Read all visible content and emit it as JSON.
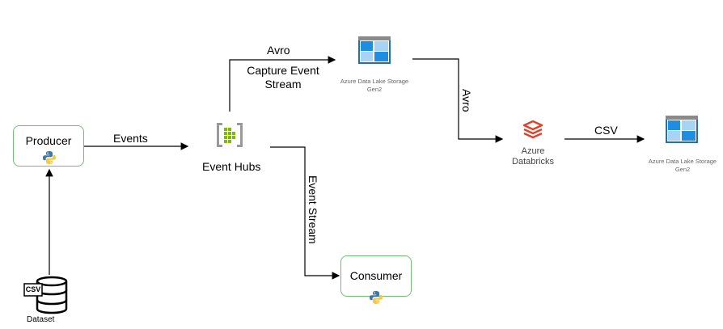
{
  "producer": {
    "label": "Producer"
  },
  "consumer": {
    "label": "Consumer"
  },
  "dataset": {
    "label": "Dataset",
    "badge": "CSV"
  },
  "event_hubs": {
    "label": "Event Hubs"
  },
  "adls_capture": {
    "label_line1": "Azure Data Lake Storage",
    "label_line2": "Gen2"
  },
  "adls_output": {
    "label_line1": "Azure Data Lake Storage",
    "label_line2": "Gen2"
  },
  "databricks": {
    "label_line1": "Azure",
    "label_line2": "Databricks"
  },
  "edges": {
    "events": "Events",
    "avro_top": "Avro",
    "capture_line1": "Capture Event",
    "capture_line2": "Stream",
    "avro_vertical": "Avro",
    "event_stream": "Event Stream",
    "csv": "CSV"
  },
  "colors": {
    "box_border": "#6cc070",
    "arrow": "#000000",
    "storage_blue": "#1f6fb2",
    "databricks_red": "#e0412b",
    "eventhub_green": "#7fba00"
  },
  "icons": [
    "python-icon",
    "database-icon",
    "event-hubs-icon",
    "storage-icon",
    "databricks-icon"
  ]
}
